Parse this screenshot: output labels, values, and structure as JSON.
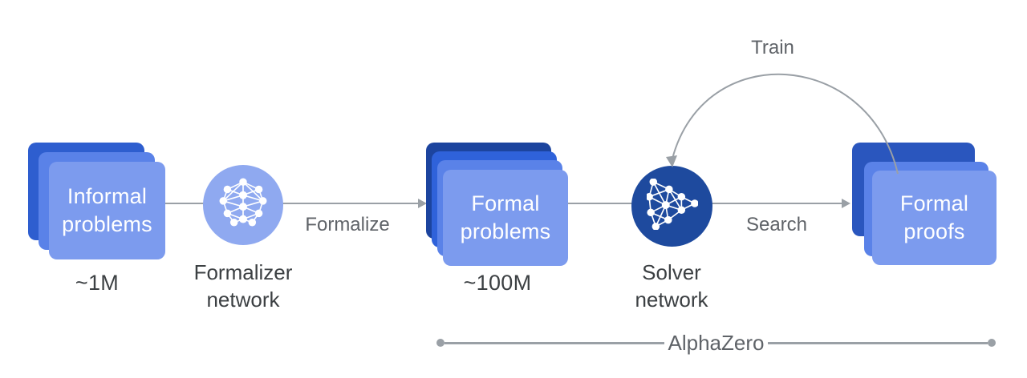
{
  "diagram": {
    "stages": {
      "informal_problems": {
        "label": "Informal problems",
        "count": "~1M"
      },
      "formalizer_network": {
        "label": "Formalizer network"
      },
      "formal_problems": {
        "label": "Formal problems",
        "count": "~100M"
      },
      "solver_network": {
        "label": "Solver network"
      },
      "formal_proofs": {
        "label": "Formal proofs"
      }
    },
    "arrows": {
      "formalize": {
        "label": "Formalize"
      },
      "search": {
        "label": "Search"
      },
      "train": {
        "label": "Train"
      }
    },
    "bracket": {
      "label": "AlphaZero"
    },
    "colors": {
      "card_front": "#7C9BEE",
      "card_mid": "#5A82E8",
      "informal_back": "#2E5ECF",
      "formal_problems_back": "#1C449E",
      "formal_problems_layer2": "#2F62DA",
      "formal_proofs_back": "#2A56BE",
      "formalizer_circle": "#8FA9F0",
      "solver_circle": "#1E4A9E",
      "connector": "#9AA0A6",
      "label_dark": "#3C4043",
      "label_gray": "#5F6368",
      "card_text": "#FFFFFF"
    }
  }
}
